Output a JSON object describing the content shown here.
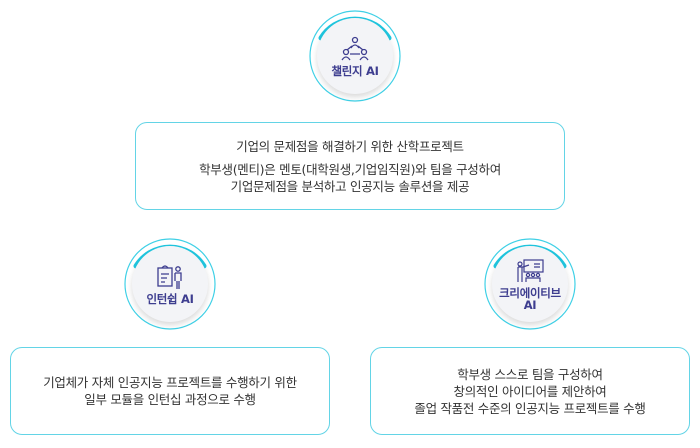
{
  "challenge": {
    "title": "챌린지 AI",
    "icon": "team-network-icon",
    "desc_line1": "기업의 문제점을 해결하기 위한 산학프로젝트",
    "desc_line2": "학부생(멘티)은 멘토(대학원생,기업임직원)와 팀을 구성하여",
    "desc_line3": "기업문제점을 분석하고 인공지능 솔루션을 제공"
  },
  "intern": {
    "title": "인턴쉽 AI",
    "icon": "clipboard-person-icon",
    "desc_line1": "기업체가 자체 인공지능 프로젝트를 수행하기 위한",
    "desc_line2": "일부 모듈을 인턴십 과정으로 수행"
  },
  "creative": {
    "title": "크리에이티브",
    "title2": "AI",
    "icon": "presentation-icon",
    "desc_line1": "학부생 스스로 팀을 구성하여",
    "desc_line2": "창의적인 아이디어를 제안하여",
    "desc_line3": "졸업 작품전 수준의 인공지능 프로젝트를 수행"
  },
  "colors": {
    "accent": "#1fc7e0",
    "title": "#3d3d8f",
    "border": "#63d4e6"
  }
}
